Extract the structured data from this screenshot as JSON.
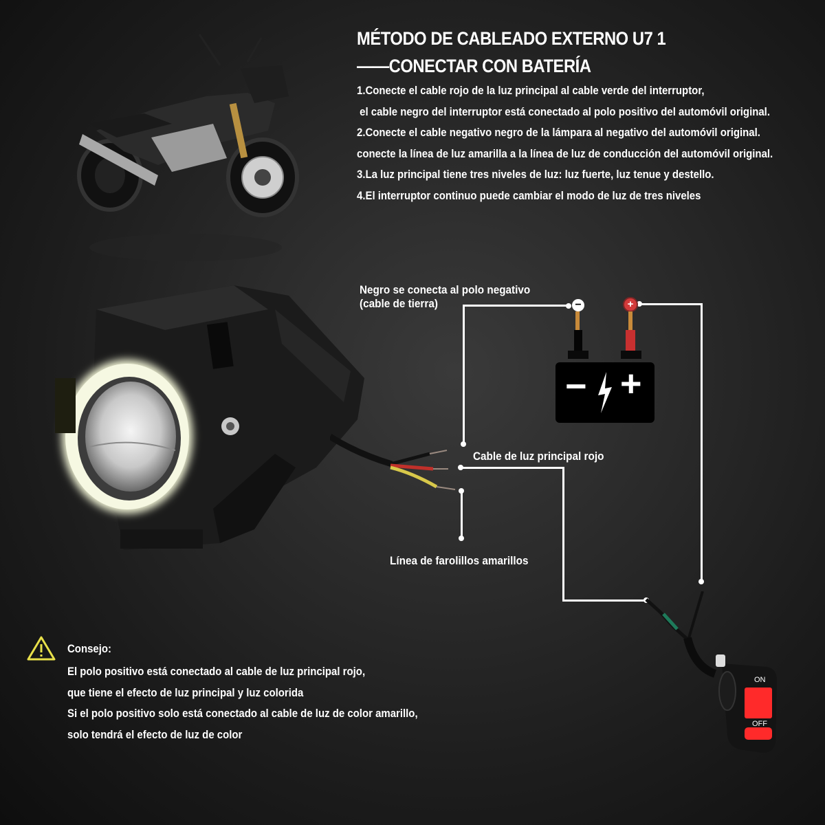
{
  "header": {
    "title_line1": "MÉTODO DE CABLEADO EXTERNO U7 1",
    "title_line2": "——CONECTAR CON BATERÍA"
  },
  "steps": [
    "1.Conecte el cable rojo de la luz principal al cable verde del interruptor,",
    " el cable negro del interruptor está conectado al polo positivo del automóvil original.",
    "2.Conecte el cable negativo negro de la lámpara al negativo del automóvil original.",
    "conecte la línea de luz amarilla a la línea de luz de conducción del automóvil original.",
    "3.La luz principal tiene tres niveles de luz: luz fuerte, luz tenue y destello.",
    "4.El interruptor continuo puede cambiar el modo de luz de tres niveles"
  ],
  "diagram": {
    "negative_label_line1": "Negro se conecta al polo negativo",
    "negative_label_line2": "(cable de tierra)",
    "red_cable_label": "Cable de luz principal rojo",
    "yellow_cable_label": "Línea de farolillos amarillos",
    "battery": {
      "minus_symbol": "−",
      "plus_symbol": "+",
      "terminal_neg": "−",
      "terminal_pos": "+"
    },
    "switch": {
      "on_label": "ON",
      "off_label": "OFF"
    },
    "colors": {
      "wire_red": "#c0302a",
      "wire_yellow": "#d8c84a",
      "wire_black": "#111111",
      "switch_red": "#ff2a2a",
      "halo": "#f4f7d8",
      "warning": "#e8e04a"
    }
  },
  "tip": {
    "heading": "Consejo:",
    "lines": [
      "El polo positivo está conectado al cable de luz principal rojo,",
      "que tiene el efecto de luz principal y luz colorida",
      "Si el polo positivo solo está conectado al cable de luz de color amarillo,",
      "solo tendrá el efecto de luz de color"
    ]
  }
}
